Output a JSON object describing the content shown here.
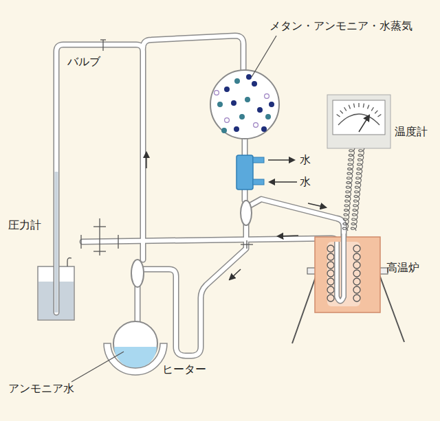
{
  "diagram": {
    "labels": [
      "メタン・アンモニア・水蒸気",
      "バルブ",
      "温度計",
      "水",
      "水",
      "圧力計",
      "高温炉",
      "アンモニア水",
      "ヒーター"
    ]
  }
}
